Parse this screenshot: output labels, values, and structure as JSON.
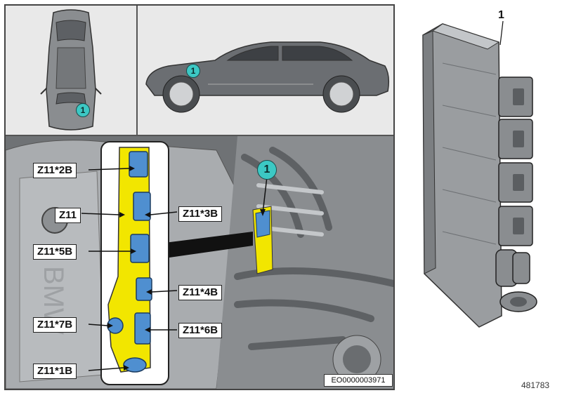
{
  "callout_number": "1",
  "part_number": "1",
  "labels": {
    "z11_2b": "Z11*2B",
    "z11": "Z11",
    "z11_3b": "Z11*3B",
    "z11_5b": "Z11*5B",
    "z11_4b": "Z11*4B",
    "z11_7b": "Z11*7B",
    "z11_6b": "Z11*6B",
    "z11_1b": "Z11*1B"
  },
  "engine_cover_text": "BMW",
  "reference_code": "EO0000003971",
  "image_number": "481783",
  "colors": {
    "highlight_yellow": "#f2e600",
    "connector_blue": "#4f8fd0",
    "callout_teal": "#3cc8c4"
  }
}
